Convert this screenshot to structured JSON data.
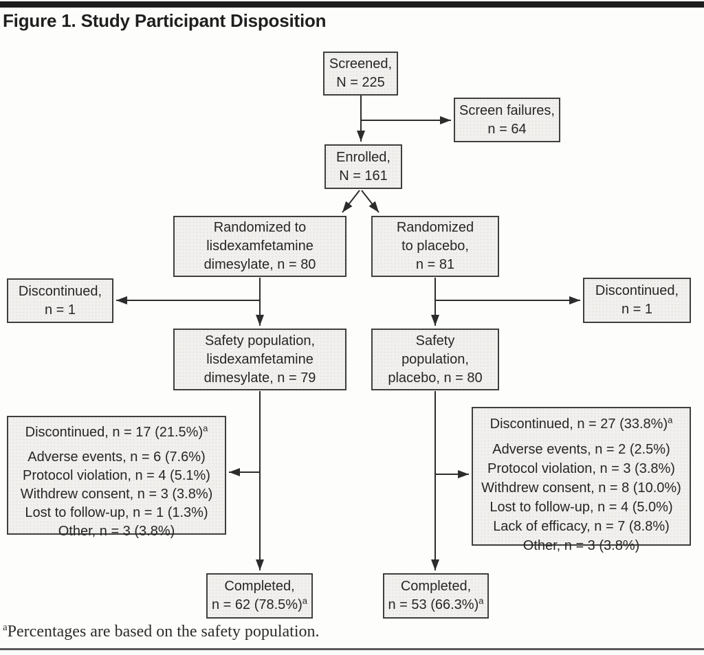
{
  "figure": {
    "title": "Figure 1. Study Participant Disposition",
    "footnote_sup": "a",
    "footnote_text": "Percentages are based on the safety population."
  },
  "colors": {
    "box_fill": "#f1f0ee",
    "box_border": "#3e3e3e",
    "text": "#262626",
    "top_rule": "#1d1d1d",
    "bottom_rule": "#585858"
  },
  "boxes": {
    "screened": {
      "line1": "Screened,",
      "line2": "N = 225"
    },
    "screen_failures": {
      "line1": "Screen failures,",
      "line2": "n = 64"
    },
    "enrolled": {
      "line1": "Enrolled,",
      "line2": "N = 161"
    },
    "randomized_ldx": {
      "line1": "Randomized to",
      "line2": "lisdexamfetamine",
      "line3": "dimesylate, n = 80"
    },
    "randomized_pbo": {
      "line1": "Randomized",
      "line2": "to placebo,",
      "line3": "n = 81"
    },
    "discontinued_ldx": {
      "line1": "Discontinued,",
      "line2": "n = 1"
    },
    "discontinued_pbo": {
      "line1": "Discontinued,",
      "line2": "n = 1"
    },
    "safety_ldx": {
      "line1": "Safety population,",
      "line2": "lisdexamfetamine",
      "line3": "dimesylate, n = 79"
    },
    "safety_pbo": {
      "line1": "Safety",
      "line2": "population,",
      "line3": "placebo, n = 80"
    },
    "detail_ldx": {
      "header": "Discontinued, n = 17 (21.5%)",
      "header_sup": "a",
      "items": [
        "Adverse events, n = 6 (7.6%)",
        "Protocol violation, n = 4 (5.1%)",
        "Withdrew consent, n = 3 (3.8%)",
        "Lost to follow-up, n = 1 (1.3%)",
        "Other, n = 3 (3.8%)"
      ]
    },
    "detail_pbo": {
      "header": "Discontinued, n = 27 (33.8%)",
      "header_sup": "a",
      "items": [
        "Adverse events, n = 2 (2.5%)",
        "Protocol violation, n = 3 (3.8%)",
        "Withdrew consent, n = 8 (10.0%)",
        "Lost to follow-up, n = 4 (5.0%)",
        "Lack of efficacy, n = 7 (8.8%)",
        "Other, n = 3 (3.8%)"
      ]
    },
    "completed_ldx": {
      "line1": "Completed,",
      "line2": "n = 62 (78.5%)",
      "sup": "a"
    },
    "completed_pbo": {
      "line1": "Completed,",
      "line2": "n = 53 (66.3%)",
      "sup": "a"
    }
  }
}
